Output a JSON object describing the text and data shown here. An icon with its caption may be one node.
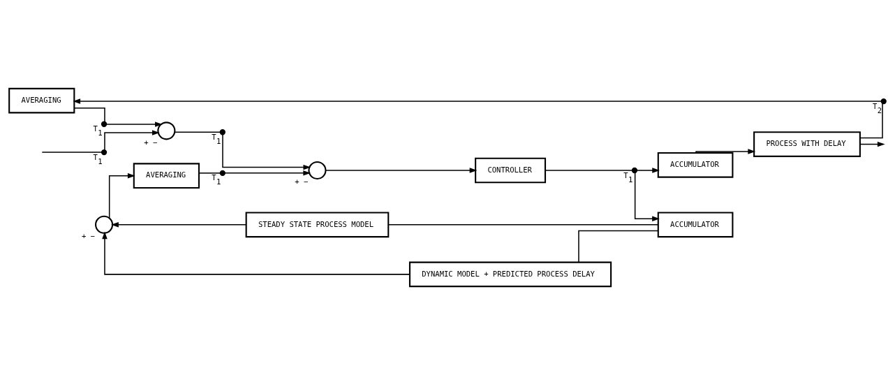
{
  "diagram": {
    "nodes": [
      {
        "text": [],
        "shape": "switch",
        "beside": [
          "T$_{1}$"
        ]
      },
      {
        "text": [],
        "shape": "circle",
        "beside": [
          "+",
          "−"
        ]
      },
      {
        "text": [],
        "shape": "switch",
        "beside": [
          "T$_{1}$"
        ]
      },
      {
        "text": [],
        "shape": "circle",
        "beside": [
          "+",
          "−"
        ]
      },
      {
        "text": [
          "CONTROLLER"
        ]
      },
      {
        "text": [],
        "shape": "switch",
        "beside": [
          "T$_{1}$"
        ]
      },
      {
        "text": [
          "ACCUMULATOR"
        ]
      },
      {
        "text": [
          "PROCESS WITH DELAY"
        ]
      },
      {
        "text": [],
        "shape": "switch",
        "beside": [
          "T$_{2}$"
        ]
      },
      {
        "text": [],
        "shape": "switch",
        "beside": [
          "T$_{1}$"
        ]
      },
      {
        "text": [
          "AVERAGING"
        ]
      },
      {
        "text": [],
        "shape": "switch",
        "beside": [
          "T$_{1}$"
        ]
      },
      {
        "text": [
          "AVERAGING"
        ]
      },
      {
        "text": [
          "ACCUMULATOR"
        ]
      },
      {
        "text": [],
        "shape": "circle",
        "beside": [
          "+",
          "−"
        ]
      },
      {
        "text": [
          "STEADY STATE PROCESS MODEL"
        ]
      },
      {
        "text": [
          "DYNAMIC MODEL + PREDICTED PROCESS DELAY"
        ]
      }
    ],
    "edges": [
      {
        "from": null,
        "to": 0,
        "arrow": "none"
      },
      {
        "from": 0,
        "to": 1,
        "arrow": "to"
      },
      {
        "from": 1,
        "to": 2,
        "arrow": "none"
      },
      {
        "from": 2,
        "to": 3,
        "arrow": "to"
      },
      {
        "from": 3,
        "to": 4,
        "arrow": "to"
      },
      {
        "from": 4,
        "to": 5,
        "arrow": "none"
      },
      {
        "from": 5,
        "to": 6,
        "arrow": "to"
      },
      {
        "from": 6,
        "to": 7,
        "arrow": "to"
      },
      {
        "from": 7,
        "to": null,
        "arrow": "to"
      },
      {
        "from": 7,
        "to": 8,
        "arrow": "none"
      },
      {
        "from": 8,
        "to": 10,
        "arrow": "to"
      },
      {
        "from": 10,
        "to": 9,
        "arrow": "none"
      },
      {
        "from": 9,
        "to": 1,
        "arrow": "to"
      },
      {
        "from": 12,
        "to": 11,
        "arrow": "none"
      },
      {
        "from": 11,
        "to": 3,
        "arrow": "to"
      },
      {
        "from": 5,
        "to": 13,
        "arrow": "to"
      },
      {
        "from": 13,
        "to": 15,
        "arrow": "none"
      },
      {
        "from": 13,
        "to": 16,
        "arrow": "none"
      },
      {
        "from": 15,
        "to": 14,
        "arrow": "to"
      },
      {
        "from": 16,
        "to": 14,
        "arrow": "to"
      },
      {
        "from": 14,
        "to": 12,
        "arrow": "to"
      }
    ]
  }
}
